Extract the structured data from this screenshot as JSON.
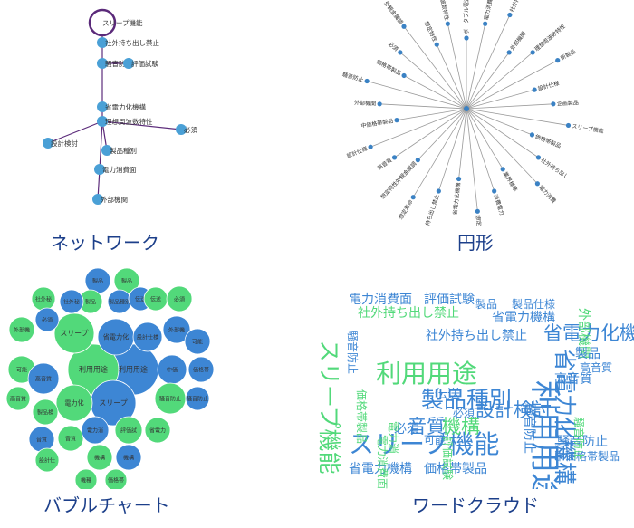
{
  "captions": {
    "network": "ネットワーク",
    "radial": "円形",
    "bubble": "バブルチャート",
    "wordcloud": "ワードクラウド"
  },
  "colors": {
    "blue": "#3d86d4",
    "green": "#52d97a",
    "node": "#4aa0d6",
    "edge": "#5b2a7a",
    "caption": "#1c3f8a",
    "radial_edge": "#9a9a9a",
    "radial_node": "#3b82c4"
  },
  "chart_data": [
    {
      "type": "network",
      "caption": "ネットワーク",
      "highlighted_node": "スリープ機能",
      "nodes": [
        "スリープ機能",
        "社外持ち出し禁止",
        "騒音防止",
        "評価試験",
        "省電力化機構",
        "理想周波数特性",
        "必須",
        "設計検討",
        "製品種別",
        "電力消費面",
        "外部機関"
      ],
      "edges": [
        [
          "スリープ機能",
          "社外持ち出し禁止"
        ],
        [
          "社外持ち出し禁止",
          "騒音防止"
        ],
        [
          "騒音防止",
          "評価試験"
        ],
        [
          "騒音防止",
          "省電力化機構"
        ],
        [
          "省電力化機構",
          "理想周波数特性"
        ],
        [
          "理想周波数特性",
          "必須"
        ],
        [
          "理想周波数特性",
          "設計検討"
        ],
        [
          "理想周波数特性",
          "製品種別"
        ],
        [
          "理想周波数特性",
          "電力消費面"
        ],
        [
          "電力消費面",
          "外部機関"
        ]
      ]
    },
    {
      "type": "radial-tree",
      "caption": "円形",
      "nodes": [
        "ボータブル電源",
        "電力消費面",
        "社外持ち出し禁止",
        "外部機関",
        "理想周波数特性",
        "新製品",
        "設計仕様",
        "企画製品",
        "スリープ機能",
        "価格帯製品",
        "社外持ち出し",
        "電力消費",
        "業界標準",
        "消費電力",
        "想定寿命",
        "省電力化機構",
        "社外持ち出し禁止",
        "想定寿命",
        "想定特性外観金属調",
        "高音質",
        "設計仕様",
        "中価格帯製品",
        "外部機関",
        "騒音防止",
        "価格帯製品",
        "必須",
        "外観金属調",
        "想定特性",
        "想定周波数特性"
      ]
    },
    {
      "type": "bubble",
      "caption": "バブルチャート",
      "bubbles": [
        {
          "label": "利用用途",
          "color": "blue"
        },
        {
          "label": "利用用途",
          "color": "green"
        },
        {
          "label": "スリープ",
          "color": "blue"
        },
        {
          "label": "スリープ",
          "color": "green"
        },
        {
          "label": "省電力化",
          "color": "blue"
        },
        {
          "label": "設計仕様",
          "color": "blue"
        },
        {
          "label": "設計仕様",
          "color": "green"
        },
        {
          "label": "電力化",
          "color": "green"
        },
        {
          "label": "製品",
          "color": "blue"
        },
        {
          "label": "製品",
          "color": "green"
        },
        {
          "label": "製品",
          "color": "green"
        },
        {
          "label": "製品種別",
          "color": "blue"
        },
        {
          "label": "社外秘",
          "color": "green"
        },
        {
          "label": "社外秘",
          "color": "blue"
        },
        {
          "label": "伝送",
          "color": "blue"
        },
        {
          "label": "伝送",
          "color": "green"
        },
        {
          "label": "必須",
          "color": "green"
        },
        {
          "label": "必須",
          "color": "blue"
        },
        {
          "label": "外部機",
          "color": "green"
        },
        {
          "label": "外部機",
          "color": "blue"
        },
        {
          "label": "可能",
          "color": "blue"
        },
        {
          "label": "可能",
          "color": "green"
        },
        {
          "label": "価格帯",
          "color": "blue"
        },
        {
          "label": "中価",
          "color": "blue"
        },
        {
          "label": "高音質",
          "color": "green"
        },
        {
          "label": "高音質",
          "color": "blue"
        },
        {
          "label": "騒音防止",
          "color": "green"
        },
        {
          "label": "騒音防止",
          "color": "blue"
        },
        {
          "label": "製品検",
          "color": "green"
        },
        {
          "label": "音質",
          "color": "blue"
        },
        {
          "label": "音質",
          "color": "green"
        },
        {
          "label": "電力消",
          "color": "blue"
        },
        {
          "label": "評価試",
          "color": "green"
        },
        {
          "label": "省電力",
          "color": "green"
        },
        {
          "label": "機構",
          "color": "green"
        },
        {
          "label": "機構",
          "color": "blue"
        },
        {
          "label": "機種",
          "color": "green"
        },
        {
          "label": "価格帯",
          "color": "green"
        },
        {
          "label": "設計仕",
          "color": "green"
        },
        {
          "label": "電力消",
          "color": "blue"
        }
      ]
    },
    {
      "type": "wordcloud",
      "caption": "ワードクラウド",
      "words": [
        {
          "text": "電力消費面",
          "color": "blue",
          "size": 14
        },
        {
          "text": "評価試験",
          "color": "blue",
          "size": 14
        },
        {
          "text": "製品",
          "color": "blue",
          "size": 12
        },
        {
          "text": "製品仕様",
          "color": "blue",
          "size": 12
        },
        {
          "text": "社外持ち出し禁止",
          "color": "green",
          "size": 14
        },
        {
          "text": "省電力機構",
          "color": "blue",
          "size": 14
        },
        {
          "text": "省電力化機構",
          "color": "blue",
          "size": 21
        },
        {
          "text": "社外持ち出し禁止",
          "color": "blue",
          "size": 14
        },
        {
          "text": "利用用途",
          "color": "green",
          "size": 28
        },
        {
          "text": "利用用途",
          "color": "blue",
          "size": 34
        },
        {
          "text": "スリープ機能",
          "color": "blue",
          "size": 28
        },
        {
          "text": "スリープ機能",
          "color": "green",
          "size": 25
        },
        {
          "text": "製品種別",
          "color": "blue",
          "size": 25
        },
        {
          "text": "設計検討",
          "color": "blue",
          "size": 21
        },
        {
          "text": "機構",
          "color": "green",
          "size": 21
        },
        {
          "text": "音質",
          "color": "blue",
          "size": 21
        },
        {
          "text": "省電力化機構",
          "color": "blue",
          "size": 25
        },
        {
          "text": "伝送",
          "color": "blue",
          "size": 14
        },
        {
          "text": "必須",
          "color": "blue",
          "size": 14
        },
        {
          "text": "可能",
          "color": "blue",
          "size": 12
        },
        {
          "text": "騒音防止",
          "color": "blue",
          "size": 14
        },
        {
          "text": "中価格帯製品",
          "color": "blue",
          "size": 12
        },
        {
          "text": "省電力機構",
          "color": "blue",
          "size": 14
        },
        {
          "text": "価格帯製品",
          "color": "blue",
          "size": 14
        },
        {
          "text": "高音質",
          "color": "blue",
          "size": 14
        },
        {
          "text": "外部機関",
          "color": "green",
          "size": 14
        },
        {
          "text": "騒音防止",
          "color": "blue",
          "size": 14
        },
        {
          "text": "製品",
          "color": "blue",
          "size": 14
        },
        {
          "text": "評価試験",
          "color": "green",
          "size": 12
        },
        {
          "text": "電力消費面",
          "color": "green",
          "size": 12
        },
        {
          "text": "価格帯製品",
          "color": "green",
          "size": 12
        },
        {
          "text": "高音質",
          "color": "blue",
          "size": 12
        },
        {
          "text": "必須",
          "color": "blue",
          "size": 12
        },
        {
          "text": "電力消",
          "color": "green",
          "size": 12
        },
        {
          "text": "騒音防止",
          "color": "green",
          "size": 12
        },
        {
          "text": "騒音防止",
          "color": "blue",
          "size": 12
        }
      ]
    }
  ]
}
